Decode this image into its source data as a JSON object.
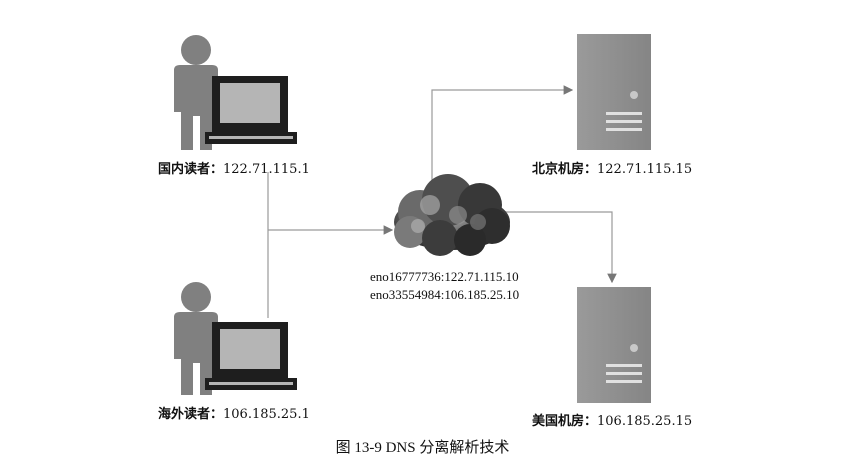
{
  "readers": {
    "domestic": {
      "name": "国内读者：",
      "ip": "122.71.115.1"
    },
    "overseas": {
      "name": "海外读者：",
      "ip": "106.185.25.1"
    }
  },
  "servers": {
    "beijing": {
      "name": "北京机房：",
      "ip": "122.71.115.15"
    },
    "usa": {
      "name": "美国机房：",
      "ip": "106.185.25.15"
    }
  },
  "dns_server": {
    "interfaces": [
      "eno16777736:122.71.115.10",
      "eno33554984:106.185.25.10"
    ]
  },
  "caption": "图 13-9    DNS 分离解析技术",
  "colors": {
    "person": "#808080",
    "laptop_body": "#1e1e1e",
    "laptop_screen": "#b5b5b5",
    "server_body": "#8f8f8f",
    "line": "#999999",
    "cloud_dark": "#3a3a3a",
    "cloud_light": "#aaaaaa"
  }
}
